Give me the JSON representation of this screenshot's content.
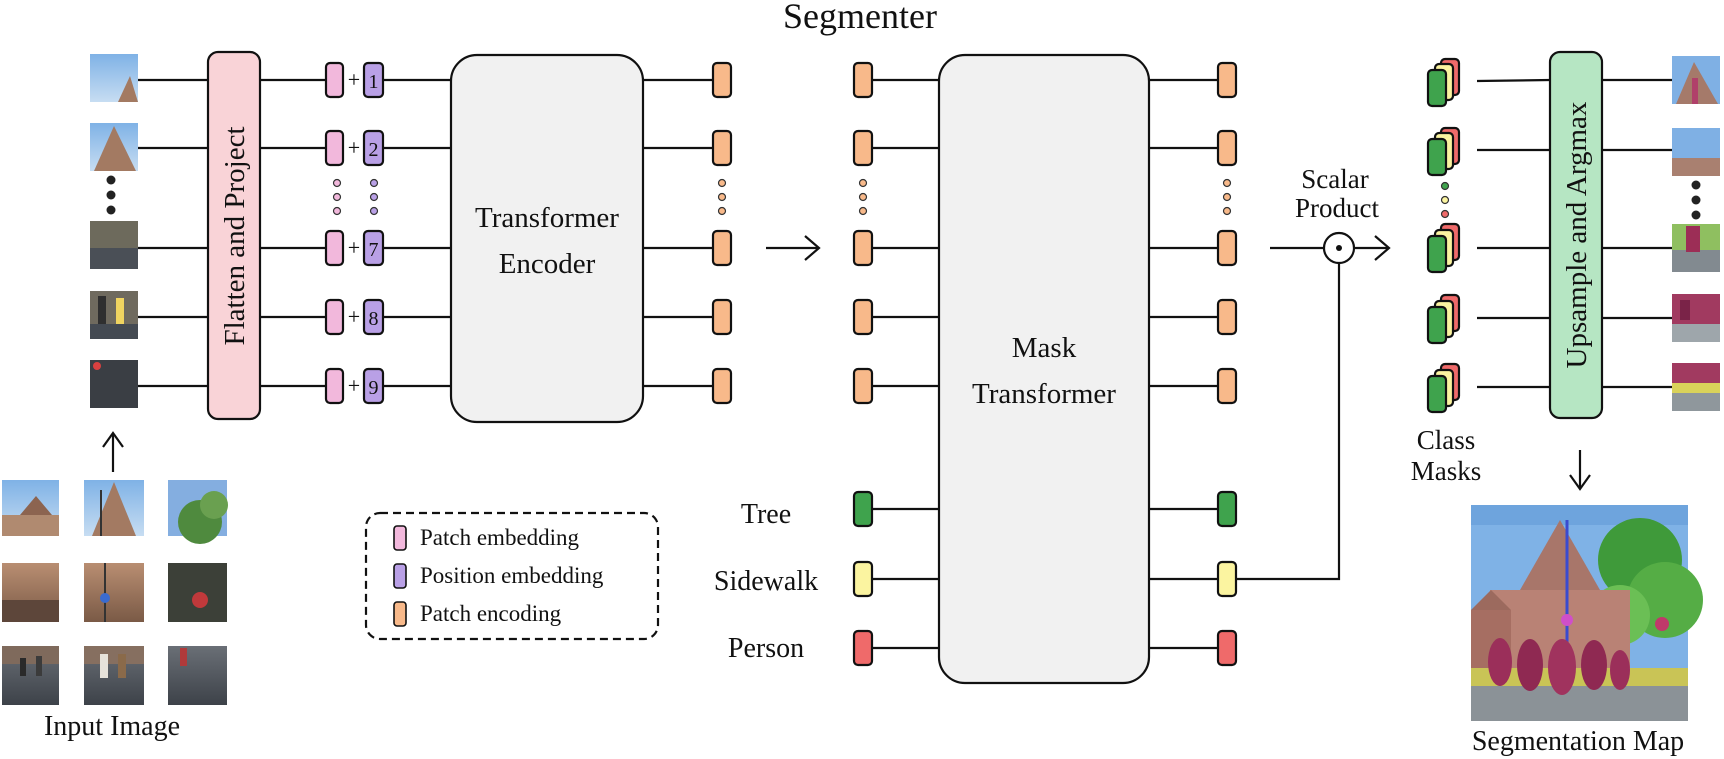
{
  "title": "Segmenter",
  "blocks": {
    "flatten_project": "Flatten and Project",
    "transformer_encoder": [
      "Transformer",
      "Encoder"
    ],
    "mask_transformer": [
      "Mask",
      "Transformer"
    ],
    "upsample_argmax": "Upsample and Argmax"
  },
  "position_numbers": [
    "1",
    "2",
    "7",
    "8",
    "9"
  ],
  "plus_sign": "+",
  "class_labels": [
    "Tree",
    "Sidewalk",
    "Person"
  ],
  "scalar_product": [
    "Scalar",
    "Product"
  ],
  "scalar_symbol": "⊙",
  "class_masks": [
    "Class",
    "Masks"
  ],
  "captions": {
    "input_image": "Input Image",
    "segmentation_map": "Segmentation Map"
  },
  "legend": [
    {
      "label": "Patch embedding",
      "color": "#f2b8dc"
    },
    {
      "label": "Position embedding",
      "color": "#b9a0e6"
    },
    {
      "label": "Patch encoding",
      "color": "#f8b98a"
    }
  ],
  "colors": {
    "patch_embedding": "#f2b8dc",
    "position_embedding": "#b9a0e6",
    "patch_encoding": "#f8b98a",
    "flatten_block": "#f9d3d7",
    "transformer_block": "#f1f1f1",
    "upsample_block": "#b6e6c3",
    "tree": "#3fa34d",
    "sidewalk": "#fbf4a0",
    "person": "#ef6a6a"
  }
}
